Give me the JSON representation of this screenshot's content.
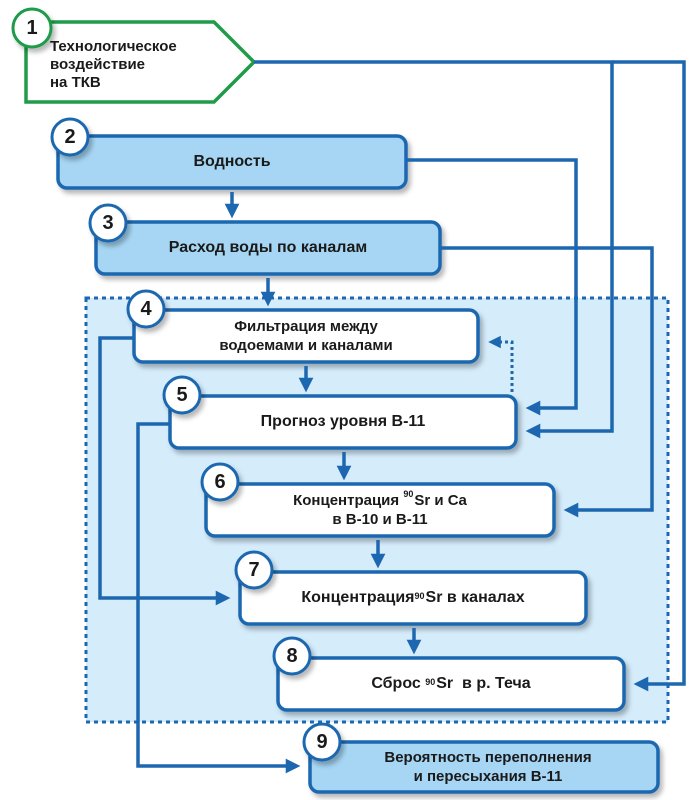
{
  "nodes": {
    "n1": {
      "number": "1",
      "line1": "Технологическое",
      "line2": "воздействие",
      "line3": "на ТКВ"
    },
    "n2": {
      "number": "2",
      "text": "Водность"
    },
    "n3": {
      "number": "3",
      "text": "Расход воды по каналам"
    },
    "n4": {
      "number": "4",
      "line1": "Фильтрация между",
      "line2": "водоемами и каналами"
    },
    "n5": {
      "number": "5",
      "text": "Прогноз уровня В-11"
    },
    "n6": {
      "number": "6",
      "line1_pre": "Концентрация ",
      "isotope": "90",
      "line1_post": "Sr и Ca",
      "line2": "в В-10 и В-11"
    },
    "n7": {
      "number": "7",
      "pre": "Концентрация ",
      "isotope": "90",
      "post": "Sr в каналах"
    },
    "n8": {
      "number": "8",
      "pre": "Сброс ",
      "isotope": "90",
      "post": "Sr  в р. Теча"
    },
    "n9": {
      "number": "9",
      "line1": "Вероятность переполнения",
      "line2": "и пересыхания В-11"
    }
  },
  "colors": {
    "frame_blue": "#1d67b0",
    "box_fill_blue": "#a6d6f4",
    "box_fill_white": "#ffffff",
    "region_fill": "#d5ecfb",
    "green": "#1f9b4a"
  }
}
